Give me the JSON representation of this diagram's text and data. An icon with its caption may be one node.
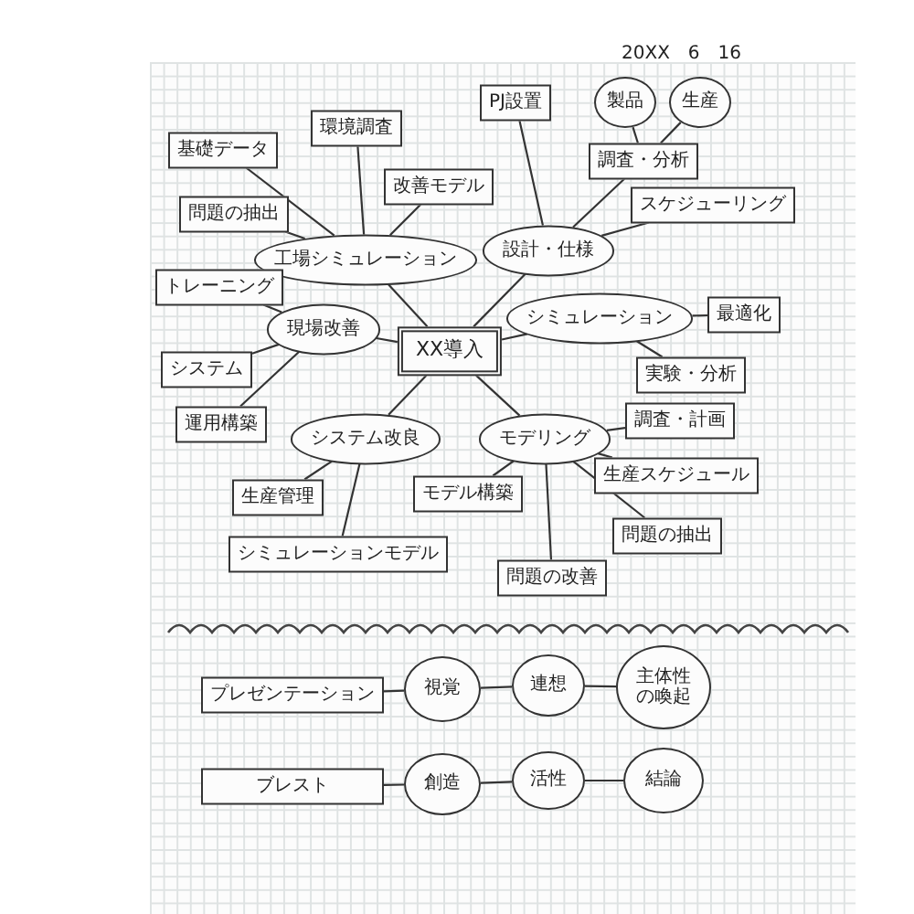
{
  "diagram": {
    "nodes": [
      {
        "text": [
          "XX導入"
        ]
      },
      {
        "text": [
          "工場シミュレーション"
        ]
      },
      {
        "text": [
          "基礎データ"
        ]
      },
      {
        "text": [
          "環境調査"
        ]
      },
      {
        "text": [
          "問題の抽出"
        ]
      },
      {
        "text": [
          "改善モデル"
        ]
      },
      {
        "text": [
          "設計・仕様"
        ]
      },
      {
        "text": [
          "PJ設置"
        ]
      },
      {
        "text": [
          "調査・分析"
        ]
      },
      {
        "text": [
          "製品"
        ]
      },
      {
        "text": [
          "生産"
        ]
      },
      {
        "text": [
          "スケジューリング"
        ]
      },
      {
        "text": [
          "現場改善"
        ]
      },
      {
        "text": [
          "トレーニング"
        ]
      },
      {
        "text": [
          "システム"
        ]
      },
      {
        "text": [
          "運用構築"
        ]
      },
      {
        "text": [
          "システム改良"
        ]
      },
      {
        "text": [
          "生産管理"
        ]
      },
      {
        "text": [
          "シミュレーションモデル"
        ]
      },
      {
        "text": [
          "シミュレーション"
        ]
      },
      {
        "text": [
          "最適化"
        ]
      },
      {
        "text": [
          "実験・分析"
        ]
      },
      {
        "text": [
          "モデリング"
        ]
      },
      {
        "text": [
          "モデル構築"
        ]
      },
      {
        "text": [
          "調査・計画"
        ]
      },
      {
        "text": [
          "生産スケジュール"
        ]
      },
      {
        "text": [
          "問題の抽出"
        ]
      },
      {
        "text": [
          "問題の改善"
        ]
      },
      {
        "text": [
          "プレゼンテーション"
        ]
      },
      {
        "text": [
          "視覚"
        ]
      },
      {
        "text": [
          "連想"
        ]
      },
      {
        "text": [
          "主体性の喚起"
        ]
      },
      {
        "text": [
          "ブレスト"
        ]
      },
      {
        "text": [
          "創造"
        ]
      },
      {
        "text": [
          "活性"
        ]
      },
      {
        "text": [
          "結論"
        ]
      }
    ],
    "edges": [
      {
        "from": 0,
        "to": 1,
        "arrow": "none"
      },
      {
        "from": 1,
        "to": 2,
        "arrow": "none"
      },
      {
        "from": 1,
        "to": 3,
        "arrow": "none"
      },
      {
        "from": 1,
        "to": 4,
        "arrow": "none"
      },
      {
        "from": 1,
        "to": 5,
        "arrow": "none"
      },
      {
        "from": 0,
        "to": 6,
        "arrow": "none"
      },
      {
        "from": 6,
        "to": 7,
        "arrow": "none"
      },
      {
        "from": 6,
        "to": 8,
        "arrow": "none"
      },
      {
        "from": 8,
        "to": 9,
        "arrow": "none"
      },
      {
        "from": 8,
        "to": 10,
        "arrow": "none"
      },
      {
        "from": 6,
        "to": 11,
        "arrow": "none"
      },
      {
        "from": 0,
        "to": 12,
        "arrow": "none"
      },
      {
        "from": 12,
        "to": 13,
        "arrow": "none"
      },
      {
        "from": 12,
        "to": 14,
        "arrow": "none"
      },
      {
        "from": 12,
        "to": 15,
        "arrow": "none"
      },
      {
        "from": 0,
        "to": 16,
        "arrow": "none"
      },
      {
        "from": 16,
        "to": 17,
        "arrow": "none"
      },
      {
        "from": 16,
        "to": 18,
        "arrow": "none"
      },
      {
        "from": 0,
        "to": 19,
        "arrow": "none"
      },
      {
        "from": 19,
        "to": 20,
        "arrow": "none"
      },
      {
        "from": 19,
        "to": 21,
        "arrow": "none"
      },
      {
        "from": 0,
        "to": 22,
        "arrow": "none"
      },
      {
        "from": 22,
        "to": 23,
        "arrow": "none"
      },
      {
        "from": 22,
        "to": 24,
        "arrow": "none"
      },
      {
        "from": 22,
        "to": 25,
        "arrow": "none"
      },
      {
        "from": 22,
        "to": 26,
        "arrow": "none"
      },
      {
        "from": 22,
        "to": 27,
        "arrow": "none"
      },
      {
        "from": 28,
        "to": 29,
        "arrow": "none"
      },
      {
        "from": 29,
        "to": 30,
        "arrow": "none"
      },
      {
        "from": 30,
        "to": 31,
        "arrow": "none"
      },
      {
        "from": 32,
        "to": 33,
        "arrow": "none"
      },
      {
        "from": 33,
        "to": 34,
        "arrow": "none"
      },
      {
        "from": 34,
        "to": 35,
        "arrow": "none"
      }
    ],
    "labels": [
      "20XX　6　16"
    ]
  }
}
